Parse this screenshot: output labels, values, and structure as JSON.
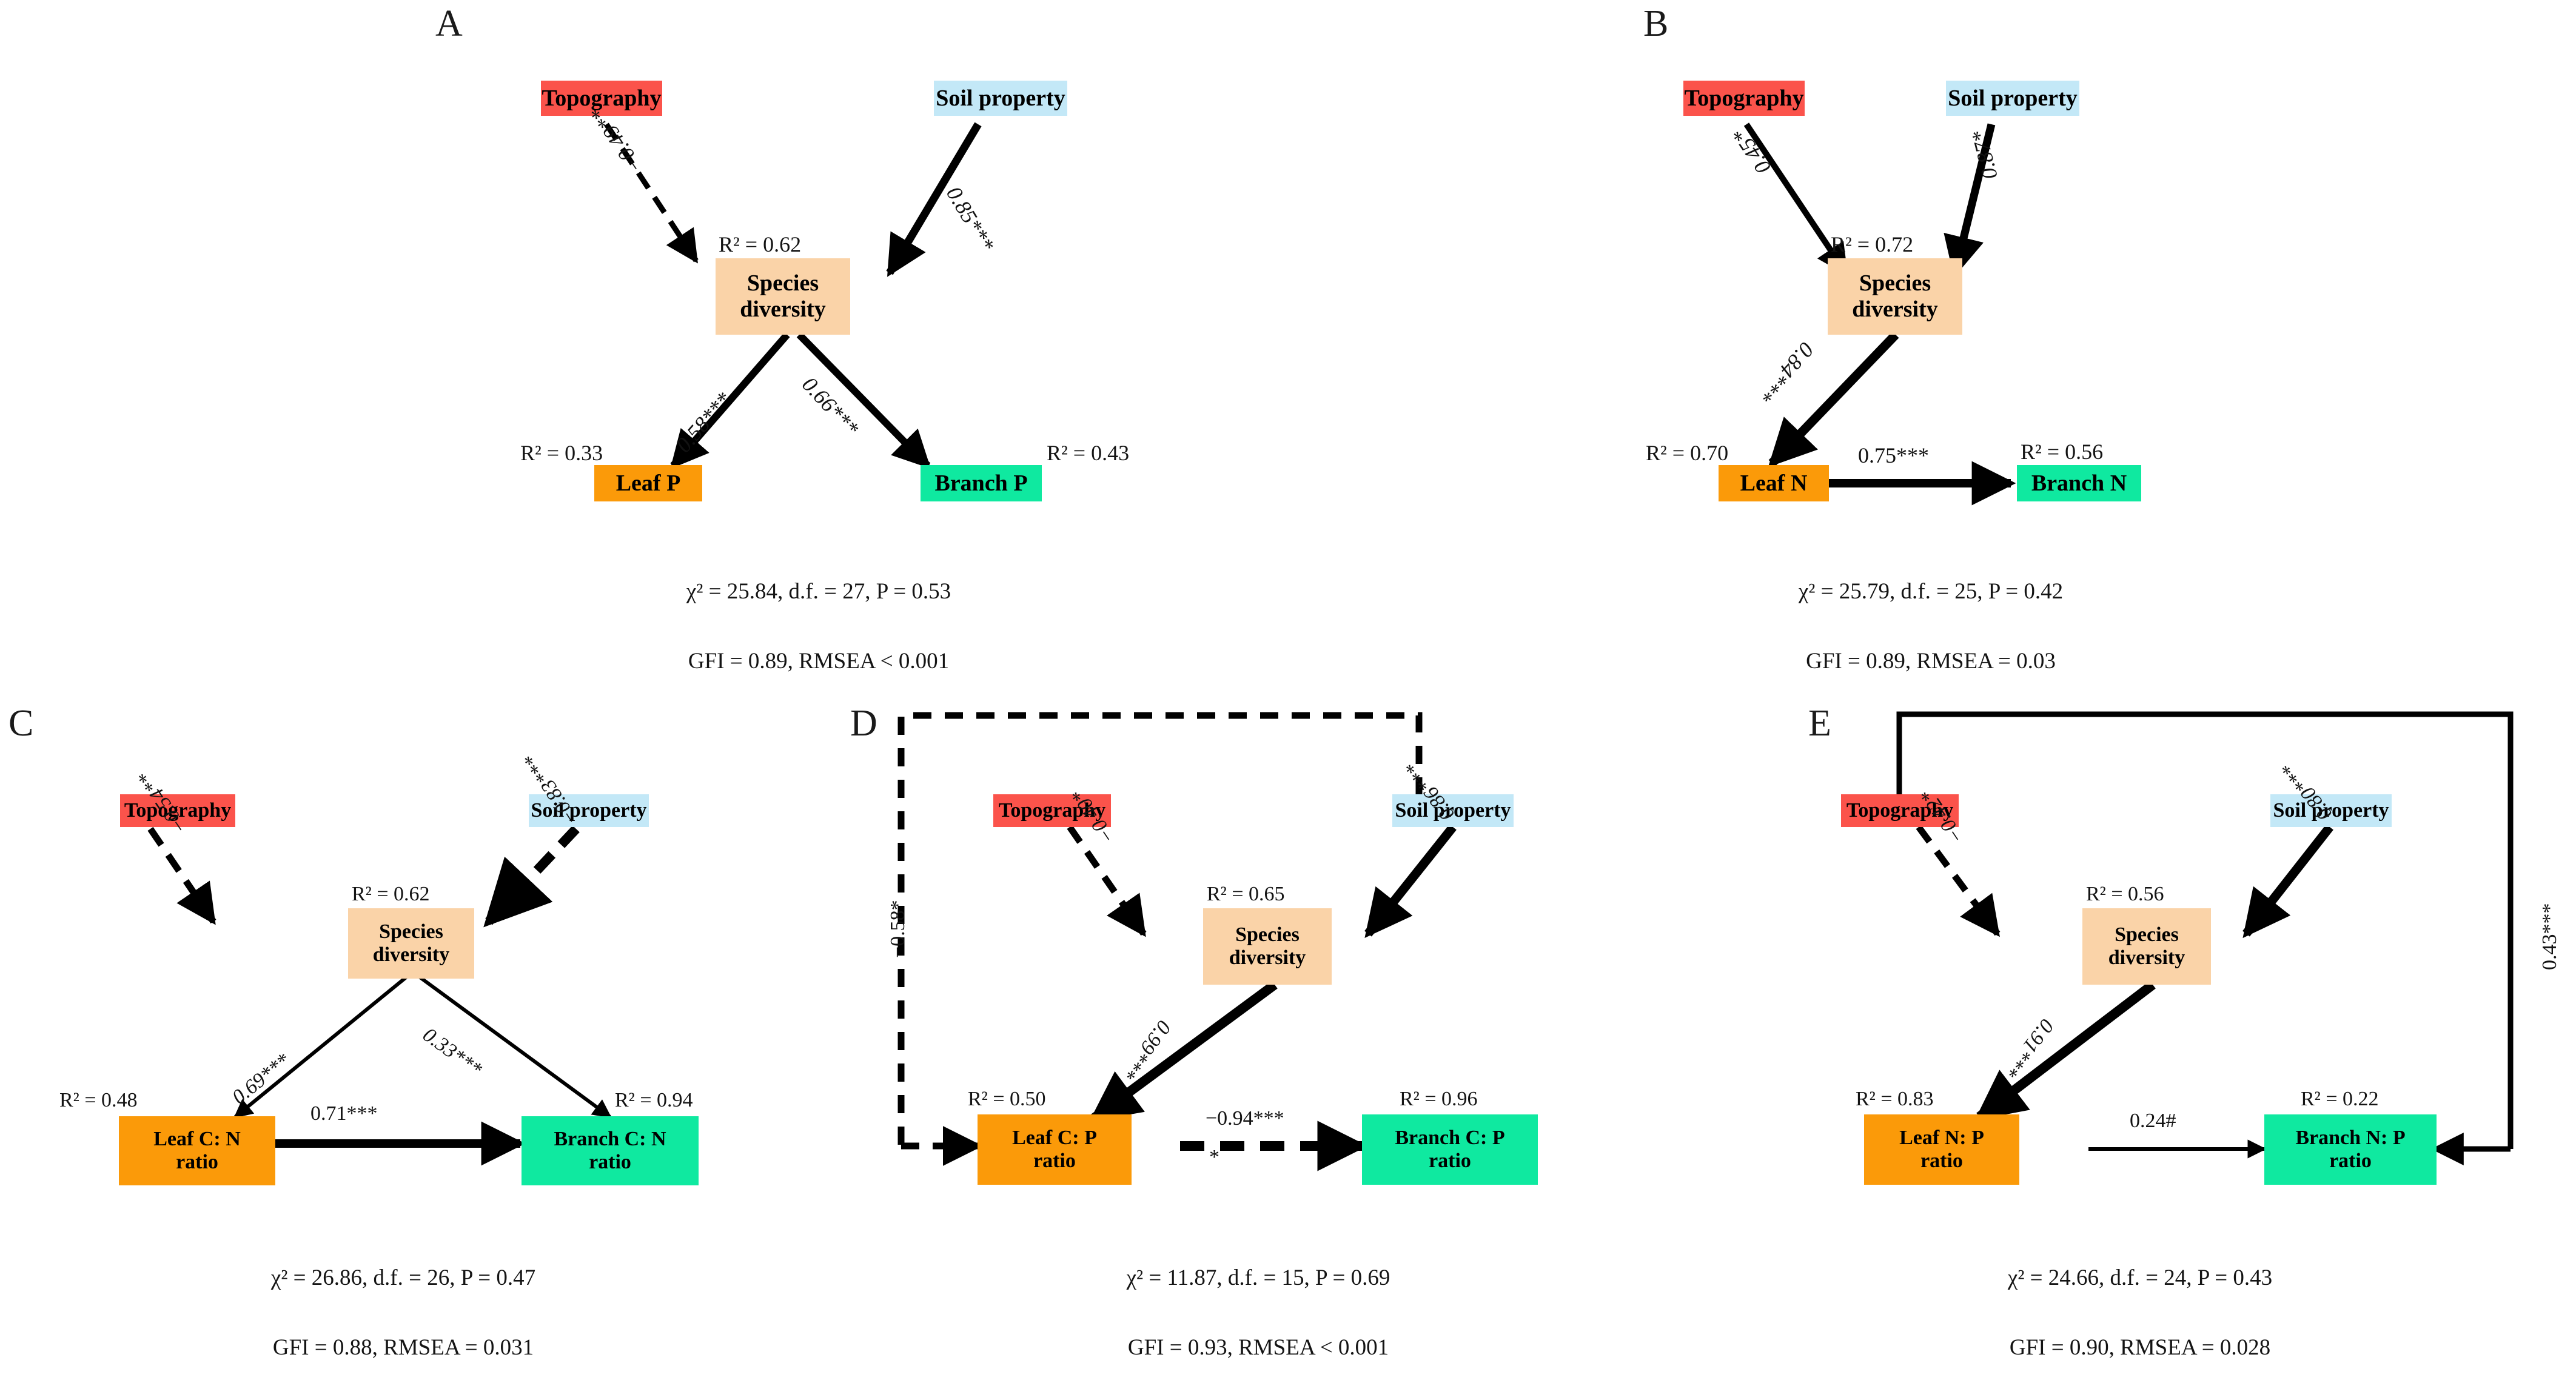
{
  "figure": {
    "type": "sem-path-diagram-multipanel",
    "panel_count": 5,
    "node_labels": {
      "topography": "Topography",
      "soil": "Soil property",
      "species": "Species\ndiversity"
    },
    "colors": {
      "topography": "#FB534B",
      "soil": "#C3E8F7",
      "species": "#FAD3A8",
      "leaf": "#FB9A09",
      "branch": "#0FE9A0",
      "line": "#000000",
      "text": "#000000"
    }
  },
  "panels": [
    {
      "letter": "A",
      "nodes": {
        "topography": "Topography",
        "soil": "Soil property",
        "species": "Species\ndiversity",
        "leaf": "Leaf P",
        "branch": "Branch P"
      },
      "r2": {
        "species": "R² = 0.62",
        "leaf": "R² = 0.33",
        "branch": "R² = 0.43"
      },
      "paths": [
        {
          "from": "topography",
          "to": "species",
          "coef": "−0.49**",
          "style": "dashed",
          "weight": "medium"
        },
        {
          "from": "soil",
          "to": "species",
          "coef": "0.85***",
          "style": "solid",
          "weight": "heavy"
        },
        {
          "from": "species",
          "to": "leaf",
          "coef": "0.58***",
          "style": "solid",
          "weight": "heavy"
        },
        {
          "from": "species",
          "to": "branch",
          "coef": "0.66***",
          "style": "solid",
          "weight": "heavy"
        }
      ],
      "stats": {
        "line1": "χ² = 25.84, d.f. = 27, P = 0.53",
        "line2": "GFI = 0.89, RMSEA < 0.001"
      }
    },
    {
      "letter": "B",
      "nodes": {
        "topography": "Topography",
        "soil": "Soil property",
        "species": "Species\ndiversity",
        "leaf": "Leaf N",
        "branch": "Branch N"
      },
      "r2": {
        "species": "R² = 0.72",
        "leaf": "R² = 0.70",
        "branch": "R² = 0.56"
      },
      "paths": [
        {
          "from": "topography",
          "to": "species",
          "coef": "0.45*",
          "style": "solid",
          "weight": "medium"
        },
        {
          "from": "soil",
          "to": "species",
          "coef": "0.87*",
          "style": "solid",
          "weight": "heavy"
        },
        {
          "from": "species",
          "to": "leaf",
          "coef": "0.84***",
          "style": "solid",
          "weight": "heavy"
        },
        {
          "from": "leaf",
          "to": "branch",
          "coef": "0.75***",
          "style": "solid",
          "weight": "heavy"
        }
      ],
      "stats": {
        "line1": "χ² = 25.79, d.f. = 25, P = 0.42",
        "line2": "GFI = 0.89, RMSEA = 0.03"
      }
    },
    {
      "letter": "C",
      "nodes": {
        "topography": "Topography",
        "soil": "Soil property",
        "species": "Species\ndiversity",
        "leaf": "Leaf C: N\nratio",
        "branch": "Branch C: N\nratio"
      },
      "r2": {
        "species": "R² = 0.62",
        "leaf": "R² = 0.48",
        "branch": "R² = 0.94"
      },
      "paths": [
        {
          "from": "topography",
          "to": "species",
          "coef": "−0.54**",
          "style": "dashed",
          "weight": "medium"
        },
        {
          "from": "soil",
          "to": "species",
          "coef": "−0.83***",
          "style": "dashed",
          "weight": "heavy"
        },
        {
          "from": "species",
          "to": "leaf",
          "coef": "0.69***",
          "style": "solid",
          "weight": "thin"
        },
        {
          "from": "species",
          "to": "branch",
          "coef": "0.33***",
          "style": "solid",
          "weight": "thin"
        },
        {
          "from": "leaf",
          "to": "branch",
          "coef": "0.71***",
          "style": "solid",
          "weight": "heavy"
        }
      ],
      "stats": {
        "line1": "χ² = 26.86, d.f. = 26, P = 0.47",
        "line2": "GFI = 0.88, RMSEA = 0.031"
      }
    },
    {
      "letter": "D",
      "nodes": {
        "topography": "Topography",
        "soil": "Soil property",
        "species": "Species\ndiversity",
        "leaf": "Leaf C: P\nratio",
        "branch": "Branch C: P\nratio"
      },
      "r2": {
        "species": "R² = 0.65",
        "leaf": "R² = 0.50",
        "branch": "R² = 0.96"
      },
      "paths": [
        {
          "from": "topography",
          "to": "species",
          "coef": "−0.40*",
          "style": "dashed",
          "weight": "medium"
        },
        {
          "from": "soil",
          "to": "species",
          "coef": "0.86***",
          "style": "solid",
          "weight": "heavy"
        },
        {
          "from": "species",
          "to": "leaf",
          "coef": "0.99***",
          "style": "solid",
          "weight": "heavy"
        },
        {
          "from": "leaf",
          "to": "branch",
          "coef": "−0.94***",
          "coef_line2": "*",
          "style": "dashed",
          "weight": "heavy"
        },
        {
          "from": "soil",
          "to": "leaf",
          "coef": "−0.58*",
          "style": "dashed",
          "weight": "medium",
          "route": "loop-left"
        }
      ],
      "stats": {
        "line1": "χ² = 11.87, d.f. = 15, P = 0.69",
        "line2": "GFI = 0.93, RMSEA < 0.001"
      }
    },
    {
      "letter": "E",
      "nodes": {
        "topography": "Topography",
        "soil": "Soil property",
        "species": "Species\ndiversity",
        "leaf": "Leaf N: P\nratio",
        "branch": "Branch N: P\nratio"
      },
      "r2": {
        "species": "R² = 0.56",
        "leaf": "R² = 0.83",
        "branch": "R² = 0.22"
      },
      "paths": [
        {
          "from": "topography",
          "to": "species",
          "coef": "−0.42*",
          "style": "dashed",
          "weight": "medium"
        },
        {
          "from": "soil",
          "to": "species",
          "coef": "0.80***",
          "style": "solid",
          "weight": "heavy"
        },
        {
          "from": "species",
          "to": "leaf",
          "coef": "0.91***",
          "style": "solid",
          "weight": "heavy"
        },
        {
          "from": "leaf",
          "to": "branch",
          "coef": "0.24#",
          "style": "solid",
          "weight": "thin"
        },
        {
          "from": "topography",
          "to": "branch",
          "coef": "0.43***",
          "style": "solid",
          "weight": "medium",
          "route": "loop-right"
        }
      ],
      "stats": {
        "line1": "χ² = 24.66, d.f. = 24, P = 0.43",
        "line2": "GFI = 0.90, RMSEA = 0.028"
      }
    }
  ]
}
